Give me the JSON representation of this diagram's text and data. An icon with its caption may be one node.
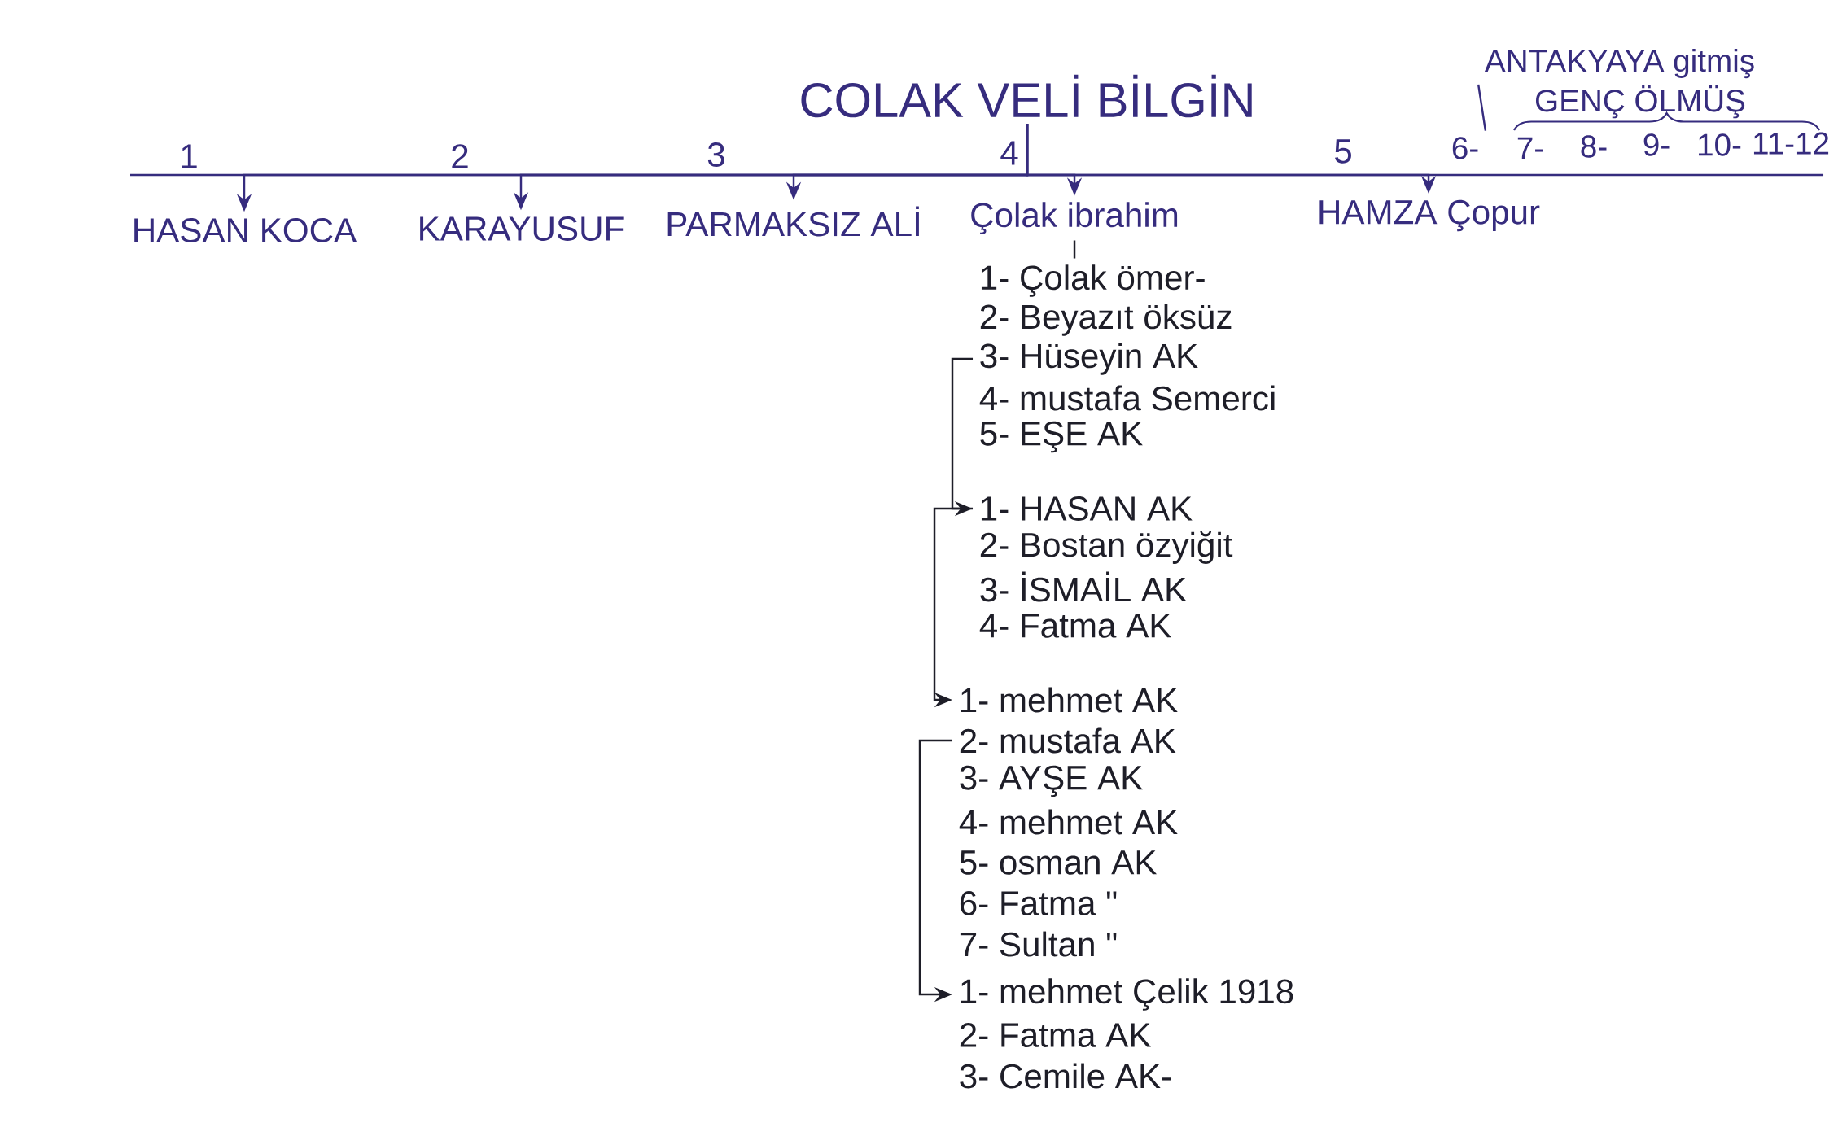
{
  "diagram": {
    "nodes": [
      {
        "text": [
          "COLAK VELİ BİLGİN"
        ]
      },
      {
        "text": [
          "HASAN KOCA"
        ],
        "beside": [
          "1"
        ]
      },
      {
        "text": [
          "KARAYUSUF"
        ],
        "beside": [
          "2"
        ]
      },
      {
        "text": [
          "PARMAKSIZ ALİ"
        ],
        "beside": [
          "3"
        ]
      },
      {
        "text": [
          "Çolak ibrahim"
        ],
        "beside": [
          "4"
        ]
      },
      {
        "text": [
          "HAMZA Çopur"
        ],
        "beside": [
          "5"
        ]
      },
      {
        "text": [
          "6-"
        ]
      },
      {
        "text": [
          "ANTAKYAYA gitmiş"
        ]
      },
      {
        "text": [
          "1- Çolak ömer-"
        ]
      },
      {
        "text": [
          "2- Beyazıt öksüz"
        ]
      },
      {
        "text": [
          "3- Hüseyin AK"
        ]
      },
      {
        "text": [
          "4- mustafa Semerci"
        ]
      },
      {
        "text": [
          "5- EŞE AK"
        ]
      },
      {
        "text": [
          "1- HASAN AK"
        ]
      },
      {
        "text": [
          "2- Bostan özyiğit"
        ]
      },
      {
        "text": [
          "3- İSMAİL AK"
        ]
      },
      {
        "text": [
          "4- Fatma AK"
        ]
      },
      {
        "text": [
          "1- mehmet AK"
        ]
      },
      {
        "text": [
          "2- mustafa AK"
        ]
      },
      {
        "text": [
          "3- AYŞE AK"
        ]
      },
      {
        "text": [
          "4- mehmet AK"
        ]
      },
      {
        "text": [
          "5- osman AK"
        ]
      },
      {
        "text": [
          "6- Fatma \""
        ]
      },
      {
        "text": [
          "7- Sultan \""
        ]
      },
      {
        "text": [
          "1- mehmet Çelik 1918"
        ]
      },
      {
        "text": [
          "2- Fatma AK"
        ]
      },
      {
        "text": [
          "3- Cemile AK-"
        ]
      }
    ],
    "edges": [
      {
        "from": 0,
        "to": 1,
        "arrow": "to"
      },
      {
        "from": 0,
        "to": 2,
        "arrow": "to"
      },
      {
        "from": 0,
        "to": 3,
        "arrow": "to"
      },
      {
        "from": 0,
        "to": 4,
        "arrow": "to"
      },
      {
        "from": 0,
        "to": 5,
        "arrow": "to"
      },
      {
        "from": 7,
        "to": 6,
        "arrow": "none"
      },
      {
        "from": 4,
        "to": 8,
        "arrow": "none"
      },
      {
        "from": 10,
        "to": 13,
        "arrow": "to"
      },
      {
        "from": 13,
        "to": 17,
        "arrow": "to"
      },
      {
        "from": 18,
        "to": 24,
        "arrow": "to"
      }
    ],
    "labels": [
      "GENÇ ÖLMÜŞ",
      "7-",
      "8-",
      "9-",
      "10-",
      "11-12"
    ]
  }
}
